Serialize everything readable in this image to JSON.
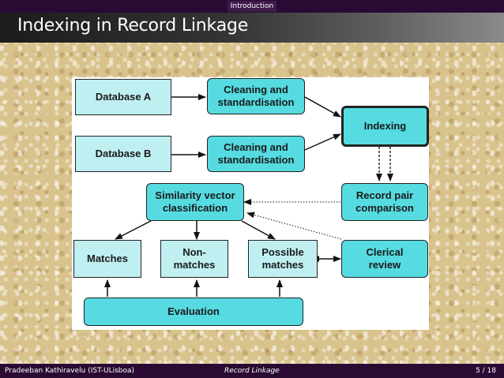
{
  "nav": {
    "section": "Introduction"
  },
  "slide": {
    "title": "Indexing in Record Linkage"
  },
  "diagram": {
    "database_a": "Database A",
    "database_b": "Database B",
    "cleaning_a": "Cleaning and\nstandardisation",
    "cleaning_b": "Cleaning and\nstandardisation",
    "indexing": "Indexing",
    "similarity": "Similarity vector\nclassification",
    "record_pair": "Record pair\ncomparison",
    "matches": "Matches",
    "non_matches": "Non-\nmatches",
    "possible_matches": "Possible\nmatches",
    "clerical_review": "Clerical\nreview",
    "evaluation": "Evaluation"
  },
  "footer": {
    "author": "Pradeeban Kathiravelu  (IST-ULisboa)",
    "talk": "Record Linkage",
    "page": "5 / 18"
  }
}
